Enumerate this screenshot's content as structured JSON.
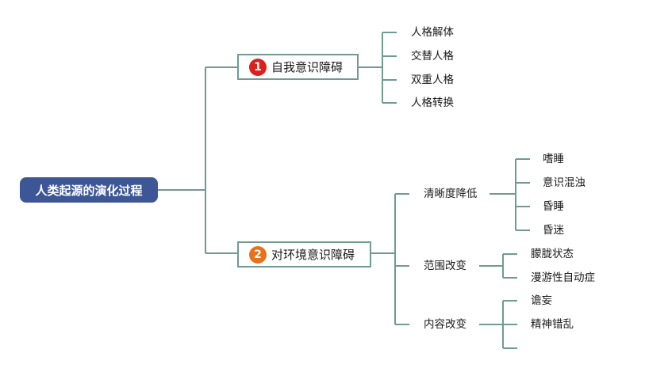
{
  "root": {
    "label": "人类起源的演化过程"
  },
  "branch1": {
    "number": "1",
    "label": "自我意识障碍",
    "children": [
      "人格解体",
      "交替人格",
      "双重人格",
      "人格转换"
    ]
  },
  "branch2": {
    "number": "2",
    "label": "对环境意识障碍",
    "children": [
      {
        "label": "清晰度降低",
        "children": [
          "嗜睡",
          "意识混浊",
          "昏睡",
          "昏迷"
        ]
      },
      {
        "label": "范围改变",
        "children": [
          "朦胧状态",
          "漫游性自动症"
        ]
      },
      {
        "label": "内容改变",
        "children": [
          "谵妄",
          "精神错乱"
        ]
      }
    ]
  },
  "colors": {
    "root_fill": "#3d5696",
    "line": "#6f9b91",
    "badge_1": "#d9221e",
    "badge_2": "#e8711a"
  }
}
